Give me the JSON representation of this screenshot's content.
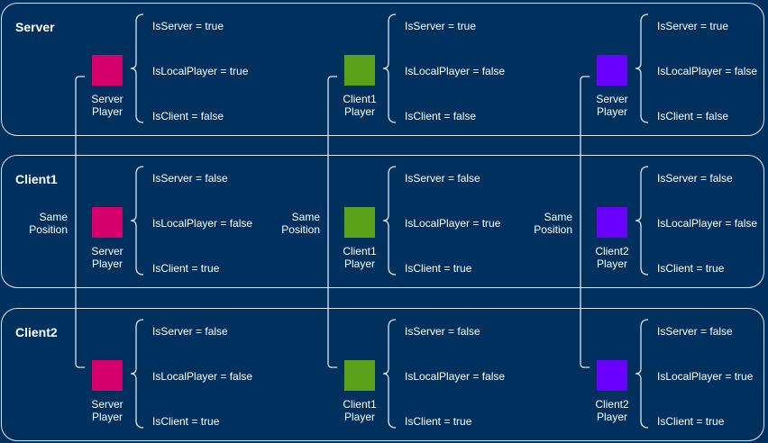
{
  "colors": {
    "background": "#00305e",
    "server_player": "#d6006d",
    "client1_player": "#5aa019",
    "client2_player": "#6a00ff",
    "outline": "#dfe6ee"
  },
  "rows": [
    {
      "title": "Server",
      "cells": [
        {
          "label": "Server\nPlayer",
          "color_key": "server_player",
          "same_position": "",
          "props": [
            "IsServer = true",
            "IsLocalPlayer = true",
            "IsClient = false"
          ]
        },
        {
          "label": "Client1\nPlayer",
          "color_key": "client1_player",
          "same_position": "",
          "props": [
            "IsServer = true",
            "IsLocalPlayer = false",
            "IsClient = false"
          ]
        },
        {
          "label": "Server\nPlayer",
          "color_key": "client2_player",
          "same_position": "",
          "props": [
            "IsServer = true",
            "IsLocalPlayer = false",
            "IsClient = false"
          ]
        }
      ]
    },
    {
      "title": "Client1",
      "cells": [
        {
          "label": "Server\nPlayer",
          "color_key": "server_player",
          "same_position": "Same\nPosition",
          "props": [
            "IsServer = false",
            "IsLocalPlayer = false",
            "IsClient = true"
          ]
        },
        {
          "label": "Client1\nPlayer",
          "color_key": "client1_player",
          "same_position": "Same\nPosition",
          "props": [
            "IsServer = false",
            "IsLocalPlayer = true",
            "IsClient = true"
          ]
        },
        {
          "label": "Client2\nPlayer",
          "color_key": "client2_player",
          "same_position": "Same\nPosition",
          "props": [
            "IsServer = false",
            "IsLocalPlayer = false",
            "IsClient = true"
          ]
        }
      ]
    },
    {
      "title": "Client2",
      "cells": [
        {
          "label": "Server\nPlayer",
          "color_key": "server_player",
          "same_position": "",
          "props": [
            "IsServer = false",
            "IsLocalPlayer = false",
            "IsClient = true"
          ]
        },
        {
          "label": "Client1\nPlayer",
          "color_key": "client1_player",
          "same_position": "",
          "props": [
            "IsServer = false",
            "IsLocalPlayer = false",
            "IsClient = true"
          ]
        },
        {
          "label": "Client2\nPlayer",
          "color_key": "client2_player",
          "same_position": "",
          "props": [
            "IsServer = false",
            "IsLocalPlayer = true",
            "IsClient = true"
          ]
        }
      ]
    }
  ]
}
